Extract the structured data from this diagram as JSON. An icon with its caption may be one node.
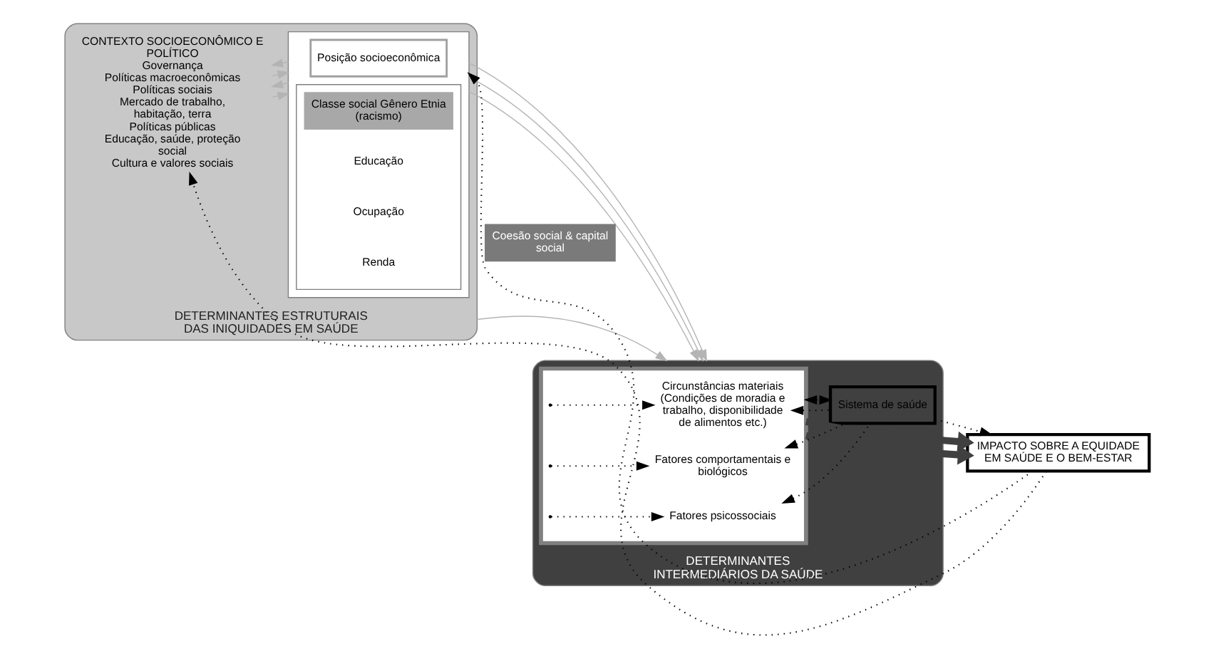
{
  "diagram": {
    "nodes": [
      {
        "text": [
          "DETERMINANTES ESTRUTURAIS DAS INIQUIDADES EM SAÚDE"
        ]
      },
      {
        "text": [
          "CONTEXTO SOCIOECONÔMICO E POLÍTICO",
          "Governança",
          "Políticas macroeconômicas",
          "Políticas sociais",
          "Mercado de trabalho, habitação, terra",
          "Políticas públicas",
          "Educação, saúde, proteção social",
          "Cultura e valores sociais"
        ],
        "in": 0
      },
      {
        "text": [],
        "shape": "box",
        "in": 0
      },
      {
        "text": [
          "Posição socioeconômica"
        ],
        "in": 2
      },
      {
        "text": [],
        "shape": "box",
        "in": 2
      },
      {
        "text": [
          "Classe social Gênero Etnia (racismo)"
        ],
        "in": 4
      },
      {
        "text": [
          "Educação"
        ],
        "in": 4
      },
      {
        "text": [
          "Ocupação"
        ],
        "in": 4
      },
      {
        "text": [
          "Renda"
        ],
        "in": 4
      },
      {
        "text": [
          "DETERMINANTES INTERMEDIÁRIOS DA SAÚDE"
        ]
      },
      {
        "text": [],
        "shape": "box",
        "in": 9
      },
      {
        "text": [
          "Circunstâncias materiais",
          "(Condições de moradia e trabalho, disponibilidade de alimentos etc.)"
        ],
        "in": 10
      },
      {
        "text": [
          "Fatores comportamentais e biológicos"
        ],
        "in": 10
      },
      {
        "text": [
          "Fatores psicossociais"
        ],
        "in": 10
      },
      {
        "text": [
          "Sistema de saúde"
        ],
        "in": 9
      },
      {
        "text": [
          "Coesão social & capital social"
        ]
      },
      {
        "text": [
          "IMPACTO SOBRE A EQUIDADE EM SAÚDE E O BEM-ESTAR"
        ]
      }
    ],
    "edges": [
      {
        "from": 1,
        "to": 2,
        "arrow": "to",
        "color": "#b4b4b4"
      },
      {
        "from": 2,
        "to": 1,
        "arrow": "to",
        "color": "#b4b4b4"
      },
      {
        "from": 1,
        "to": 2,
        "arrow": "to",
        "color": "#b4b4b4"
      },
      {
        "from": 2,
        "to": 1,
        "arrow": "to",
        "color": "#b4b4b4"
      },
      {
        "from": 2,
        "to": 9,
        "arrow": "to",
        "color": "#b4b4b4"
      },
      {
        "from": 2,
        "to": 9,
        "arrow": "to",
        "color": "#b4b4b4"
      },
      {
        "from": 2,
        "to": 9,
        "arrow": "to",
        "color": "#b4b4b4"
      },
      {
        "from": 0,
        "to": 9,
        "arrow": "to",
        "color": "#b4b4b4"
      },
      {
        "from": 10,
        "to": 16,
        "arrow": "to",
        "style": "thick",
        "color": "#404040"
      },
      {
        "from": 10,
        "to": 16,
        "arrow": "to",
        "style": "thick",
        "color": "#404040"
      },
      {
        "from": 10,
        "to": 11,
        "arrow": "to",
        "style": "dashed"
      },
      {
        "from": 10,
        "to": 12,
        "arrow": "to",
        "style": "dashed"
      },
      {
        "from": 10,
        "to": 13,
        "arrow": "to",
        "style": "dashed"
      },
      {
        "from": 14,
        "to": 11,
        "arrow": "to",
        "style": "dashed"
      },
      {
        "from": 14,
        "to": 12,
        "arrow": "to",
        "style": "dashed"
      },
      {
        "from": 14,
        "to": 13,
        "arrow": "to",
        "style": "dashed"
      },
      {
        "from": 14,
        "to": 10,
        "arrow": "both",
        "style": "dashed"
      },
      {
        "from": 14,
        "to": 16,
        "arrow": "to",
        "style": "dashed"
      },
      {
        "from": 16,
        "to": 1,
        "arrow": "to",
        "style": "dashed"
      },
      {
        "from": 16,
        "to": 2,
        "arrow": "to",
        "style": "dashed"
      }
    ]
  }
}
